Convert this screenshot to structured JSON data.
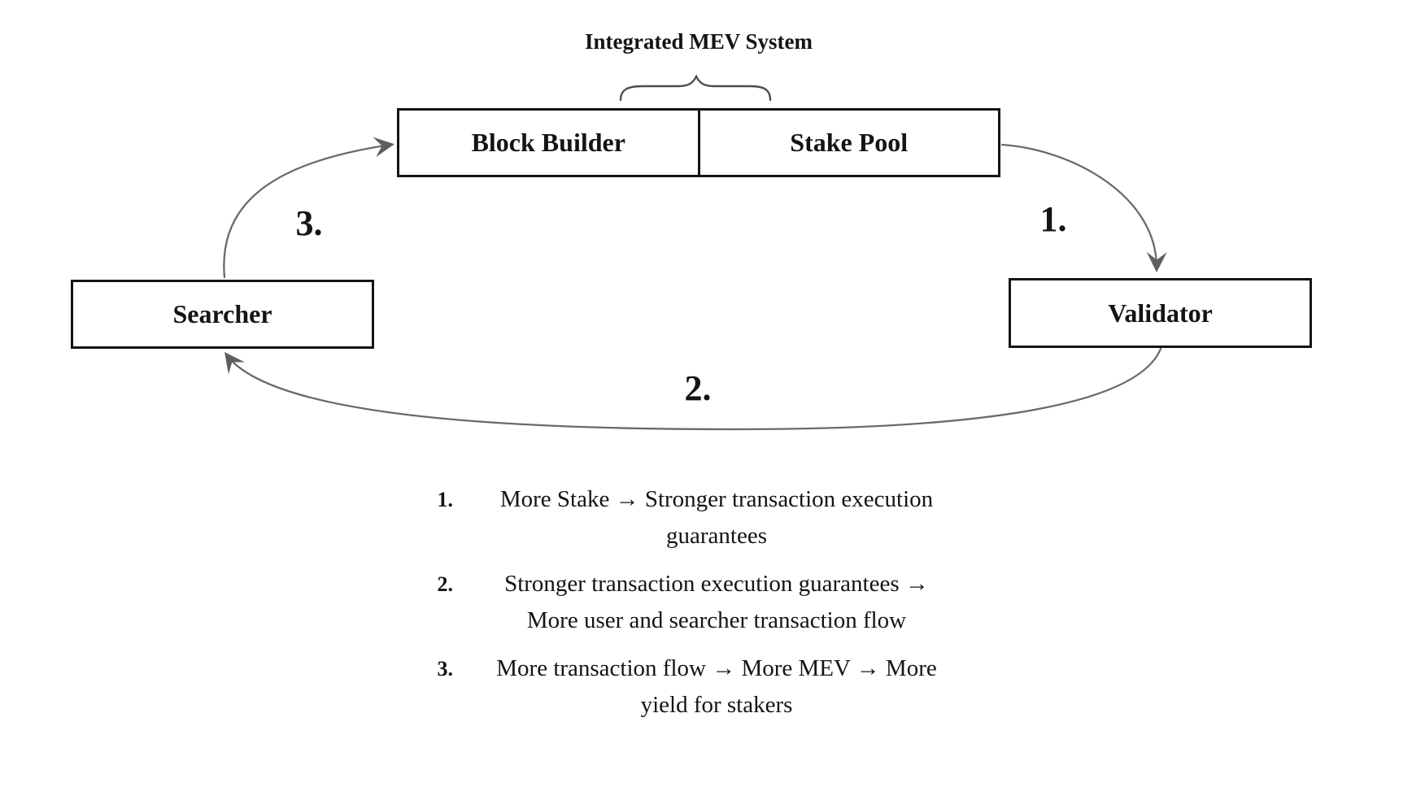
{
  "title": "Integrated MEV System",
  "boxes": {
    "block_builder": "Block Builder",
    "stake_pool": "Stake Pool",
    "searcher": "Searcher",
    "validator": "Validator"
  },
  "steps": {
    "s1": "1.",
    "s2": "2.",
    "s3": "3."
  },
  "legend": {
    "items": [
      {
        "number": "1.",
        "text": "More Stake → Stronger transaction execution\nguarantees"
      },
      {
        "number": "2.",
        "text": "Stronger transaction execution guarantees →\nMore user and searcher transaction flow"
      },
      {
        "number": "3.",
        "text": "More transaction flow → More MEV → More\nyield for stakers"
      }
    ]
  },
  "icons": {
    "brace": "horizontal-curly-brace",
    "arrowhead": "filled-v-arrowhead",
    "flow_arrow_glyph": "→"
  },
  "colors": {
    "background": "#ffffff",
    "box_border": "#141414",
    "text": "#141414",
    "arrow_stroke": "#6a6a6a",
    "brace_stroke": "#4d4d4d"
  }
}
